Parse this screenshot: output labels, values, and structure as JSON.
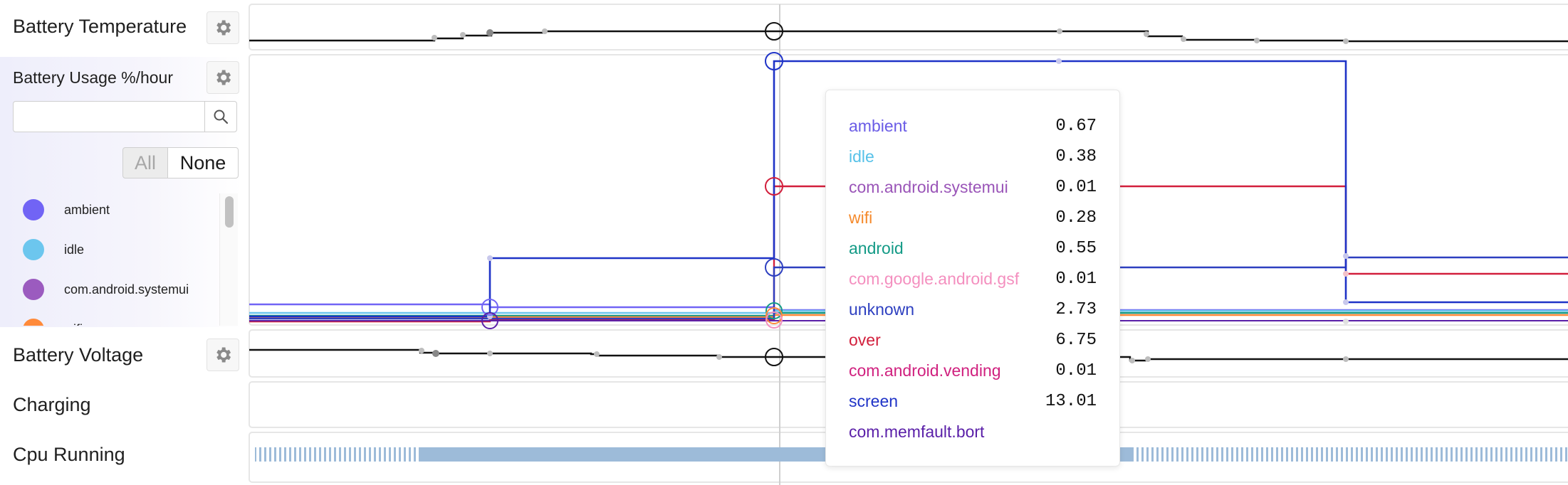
{
  "panels": {
    "temperature": {
      "label": "Battery Temperature"
    },
    "usage": {
      "label": "Battery Usage %/hour"
    },
    "voltage": {
      "label": "Battery Voltage"
    },
    "charging": {
      "label": "Charging"
    },
    "cpu": {
      "label": "Cpu Running"
    }
  },
  "usage_filter": {
    "search_value": "",
    "all_label": "All",
    "none_label": "None"
  },
  "legend": [
    {
      "label": "ambient",
      "color": "#7164f5"
    },
    {
      "label": "idle",
      "color": "#6cc6ee"
    },
    {
      "label": "com.android.systemui",
      "color": "#9b5bbf"
    },
    {
      "label": "wifi",
      "color": "#ff8a3a"
    }
  ],
  "tooltip": {
    "rows": [
      {
        "name": "ambient",
        "value": "0.67",
        "color": "#6a5ce6"
      },
      {
        "name": "idle",
        "value": "0.38",
        "color": "#56c1e8"
      },
      {
        "name": "com.android.systemui",
        "value": "0.01",
        "color": "#9a55b8"
      },
      {
        "name": "wifi",
        "value": "0.28",
        "color": "#f58a2c"
      },
      {
        "name": "android",
        "value": "0.55",
        "color": "#139a86"
      },
      {
        "name": "com.google.android.gsf",
        "value": "0.01",
        "color": "#f48fbf"
      },
      {
        "name": "unknown",
        "value": "2.73",
        "color": "#2d3fc0"
      },
      {
        "name": "over",
        "value": "6.75",
        "color": "#d21f3c"
      },
      {
        "name": "com.android.vending",
        "value": "0.01",
        "color": "#d0217f"
      },
      {
        "name": "screen",
        "value": "13.01",
        "color": "#1f33c7"
      },
      {
        "name": "com.memfault.bort",
        "value": "",
        "color": "#5a1fa8"
      }
    ]
  },
  "colors": {
    "cursor": "#c9c9c9",
    "cpu_bar": "#9dbbd9",
    "black_line": "#111111"
  },
  "icons": {
    "gear": "gear-icon",
    "search": "search-icon"
  }
}
